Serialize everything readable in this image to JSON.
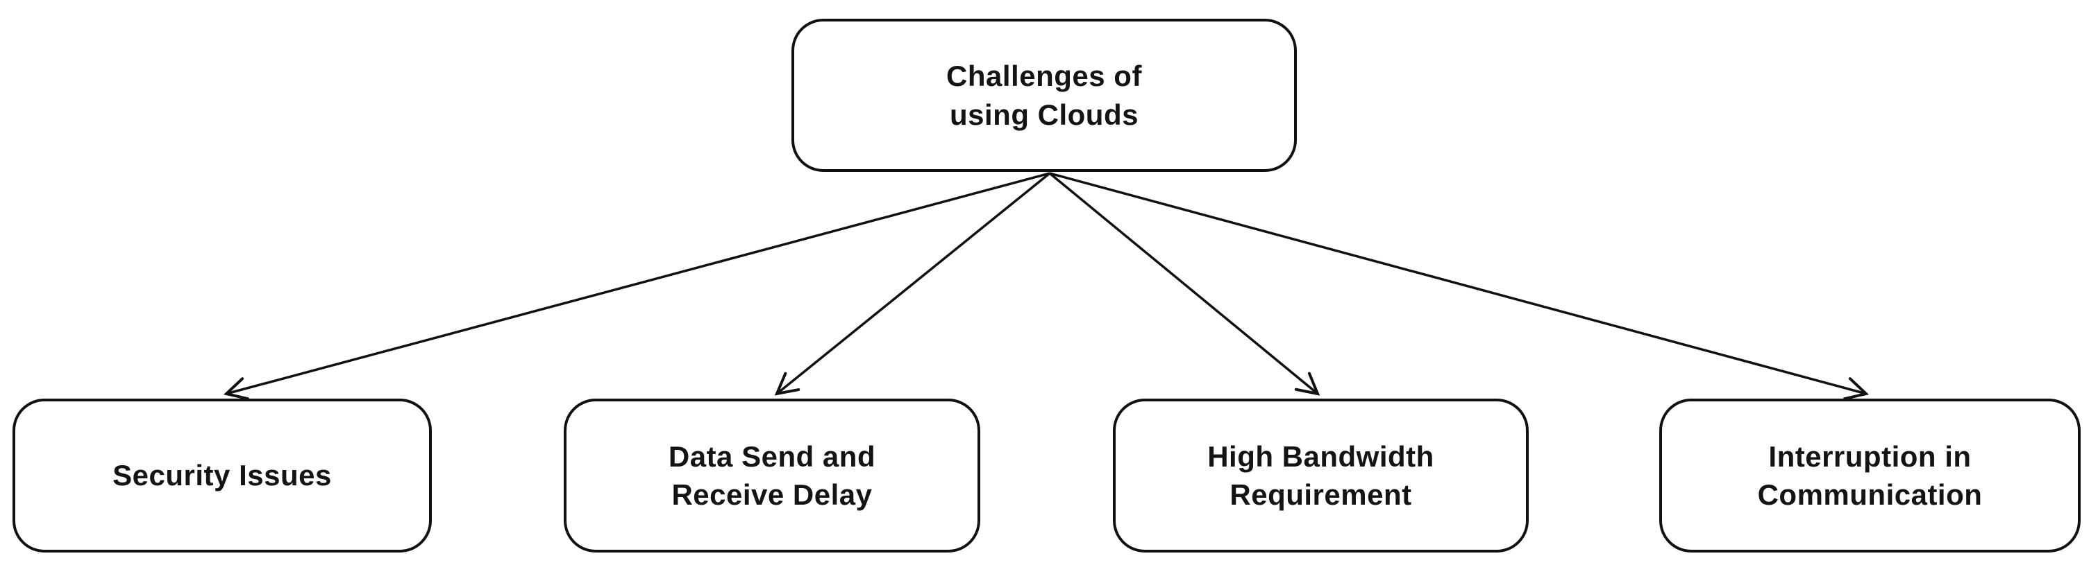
{
  "diagram": {
    "title": "Challenges of using Clouds",
    "root": {
      "id": "challenges-of-using-clouds",
      "label": "Challenges of\nusing Clouds"
    },
    "children": [
      {
        "id": "security-issues",
        "label": "Security Issues"
      },
      {
        "id": "data-send-and-receive-delay",
        "label": "Data Send and\nReceive Delay"
      },
      {
        "id": "high-bandwidth-requirement",
        "label": "High Bandwidth\nRequirement"
      },
      {
        "id": "interruption-in-communication",
        "label": "Interruption in\nCommunication"
      }
    ],
    "edges": [
      {
        "from": "challenges-of-using-clouds",
        "to": "security-issues"
      },
      {
        "from": "challenges-of-using-clouds",
        "to": "data-send-and-receive-delay"
      },
      {
        "from": "challenges-of-using-clouds",
        "to": "high-bandwidth-requirement"
      },
      {
        "from": "challenges-of-using-clouds",
        "to": "interruption-in-communication"
      }
    ],
    "colors": {
      "background": "#ffffff",
      "box_fill": "#ffffff",
      "box_border": "#111111",
      "text": "#141414",
      "arrow": "#111111"
    }
  }
}
